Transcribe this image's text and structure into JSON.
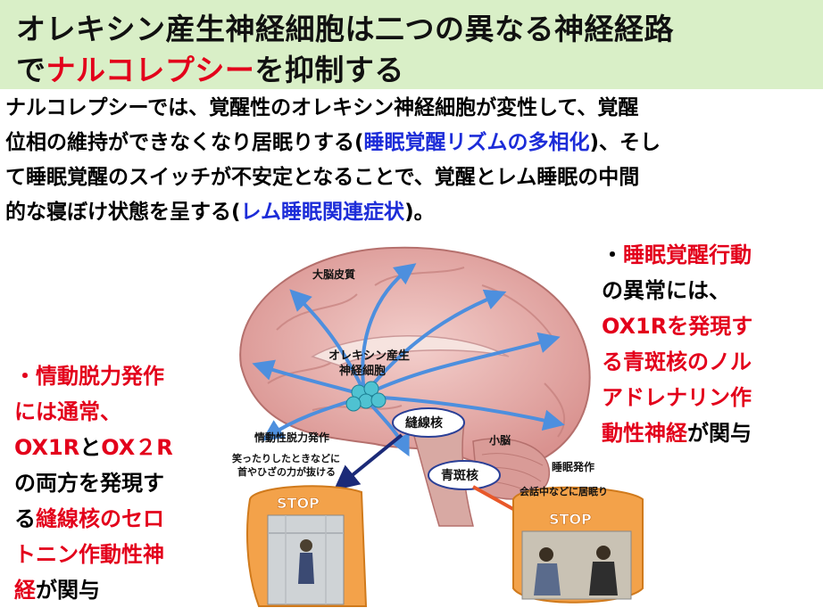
{
  "title": {
    "line1": "オレキシン産生神経細胞は二つの異なる神経経路",
    "line2_pre": "で",
    "line2_highlight": "ナルコレプシー",
    "line2_post": "を抑制する"
  },
  "body": {
    "line1": "ナルコレプシーでは、覚醒性のオレキシン神経細胞が変性して、覚醒",
    "line2_pre": "位相の維持ができなくなり居眠りする(",
    "line2_blue": "睡眠覚醒リズムの多相化",
    "line2_post": ")、そし",
    "line3": "て睡眠覚醒のスイッチが不安定となることで、覚醒とレム睡眠の中間",
    "line4_pre": "的な寝ぼけ状態を呈する(",
    "line4_blue": "レム睡眠関連症状",
    "line4_post": ")。"
  },
  "diagram": {
    "cortex_label": "大脳皮質",
    "orexin_label_1": "オレキシン産生",
    "orexin_label_2": "神経細胞",
    "raphe_label": "縫線核",
    "locus_label": "青斑核",
    "cerebellum_label": "小脳",
    "cataplexy_label": "情動性脱力発作",
    "cataplexy_desc_1": "笑ったりしたときなどに",
    "cataplexy_desc_2": "首やひざの力が抜ける",
    "sleep_attack_label": "睡眠発作",
    "sleep_attack_desc": "会話中などに居眠り",
    "stop_left": "STOP",
    "stop_right": "STOP"
  },
  "left_note": {
    "l1": "・情動脱力発作",
    "l2": "には通常、",
    "l3_a": "OX1R",
    "l3_b": "と",
    "l3_c": "OX２R",
    "l4": "の両方を発現す",
    "l5_a": "る",
    "l5_b": "縫線核のセロ",
    "l6": "トニン作動性神",
    "l7_a": "経",
    "l7_b": "が関与"
  },
  "right_note": {
    "l1_a": "・",
    "l1_b": "睡眠覚醒行動",
    "l2": "の異常には、",
    "l3": "OX1Rを発現す",
    "l4": "る青斑核のノル",
    "l5": "アドレナリン作",
    "l6_a": "動性神経",
    "l6_b": "が関与"
  },
  "colors": {
    "title_bg": "#d9efc7",
    "highlight_red": "#e3001b",
    "highlight_blue": "#1c2cd8",
    "brain_pink": "#e9b2b0",
    "arrow_blue": "#4d8fde",
    "hand_orange": "#f3a24a"
  }
}
